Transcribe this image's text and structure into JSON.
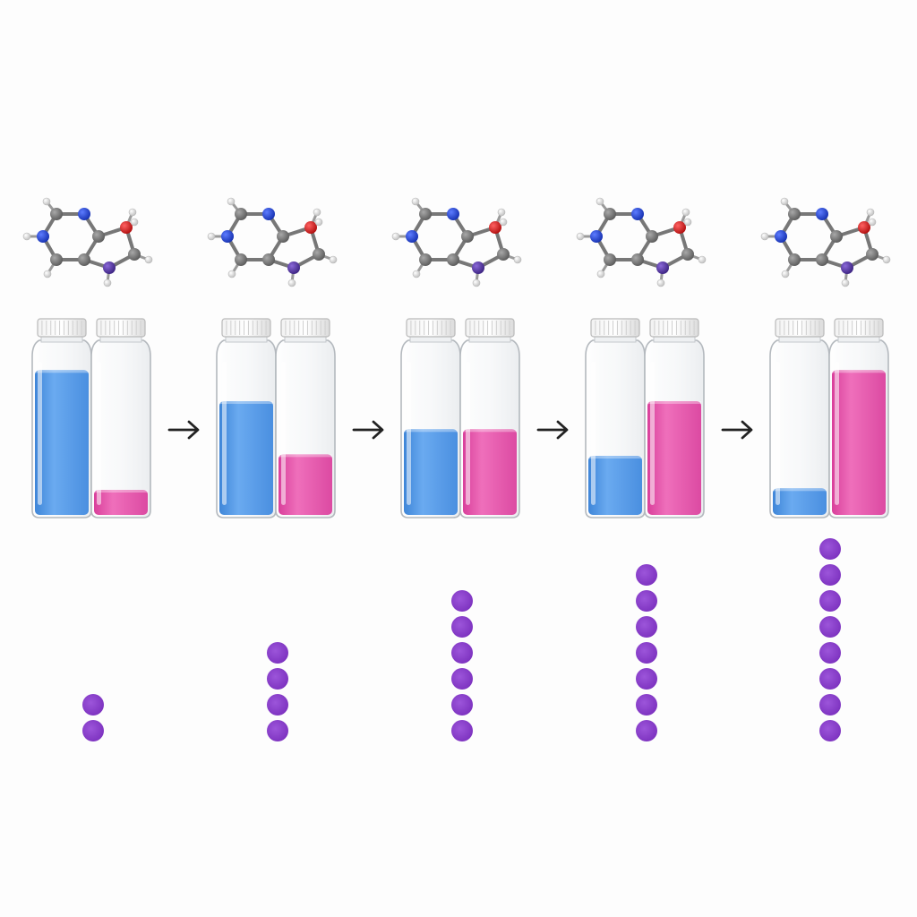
{
  "colors": {
    "background": "#fdfdfd",
    "liquid_blue": "#4f97e6",
    "liquid_pink": "#e54fa8",
    "dot_purple": "#8a3fc9",
    "arrow": "#222222",
    "atom_carbon": "#6e6e6e",
    "atom_nitrogen": "#1f3fd0",
    "atom_nitrogen_dark": "#4a3096",
    "atom_oxygen": "#d41b1b",
    "atom_hydrogen": "#f2f2f2"
  },
  "icons": {
    "arrow": "right-arrow-icon",
    "molecule": "molecule-icon",
    "bottle": "bottle-icon",
    "dot": "dot-icon"
  },
  "stages": [
    {
      "blue_fill": 0.98,
      "pink_fill": 0.17,
      "dot_count": 2
    },
    {
      "blue_fill": 0.77,
      "pink_fill": 0.41,
      "dot_count": 4
    },
    {
      "blue_fill": 0.58,
      "pink_fill": 0.58,
      "dot_count": 6
    },
    {
      "blue_fill": 0.4,
      "pink_fill": 0.77,
      "dot_count": 7
    },
    {
      "blue_fill": 0.18,
      "pink_fill": 0.98,
      "dot_count": 8
    }
  ]
}
